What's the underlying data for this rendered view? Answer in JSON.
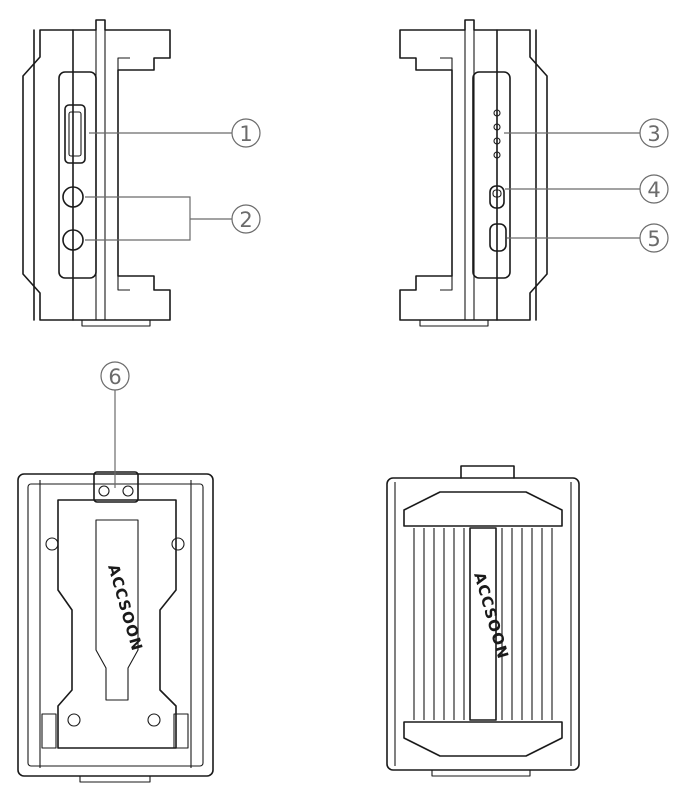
{
  "diagram": {
    "callouts": [
      {
        "id": "1",
        "label": "1"
      },
      {
        "id": "2",
        "label": "2"
      },
      {
        "id": "3",
        "label": "3"
      },
      {
        "id": "4",
        "label": "4"
      },
      {
        "id": "5",
        "label": "5"
      },
      {
        "id": "6",
        "label": "6"
      }
    ],
    "views": {
      "left_side": {
        "ports": [
          "hdmi-port-icon",
          "audio-jack-icon",
          "audio-jack-icon"
        ]
      },
      "right_side": {
        "indicator_leds": 4,
        "controls": [
          "toggle-switch-icon",
          "power-button-icon"
        ]
      },
      "back_plate": {
        "logo_text": "ACCSOON"
      },
      "front_heatsink": {
        "logo_text": "ACCSOON"
      }
    }
  }
}
